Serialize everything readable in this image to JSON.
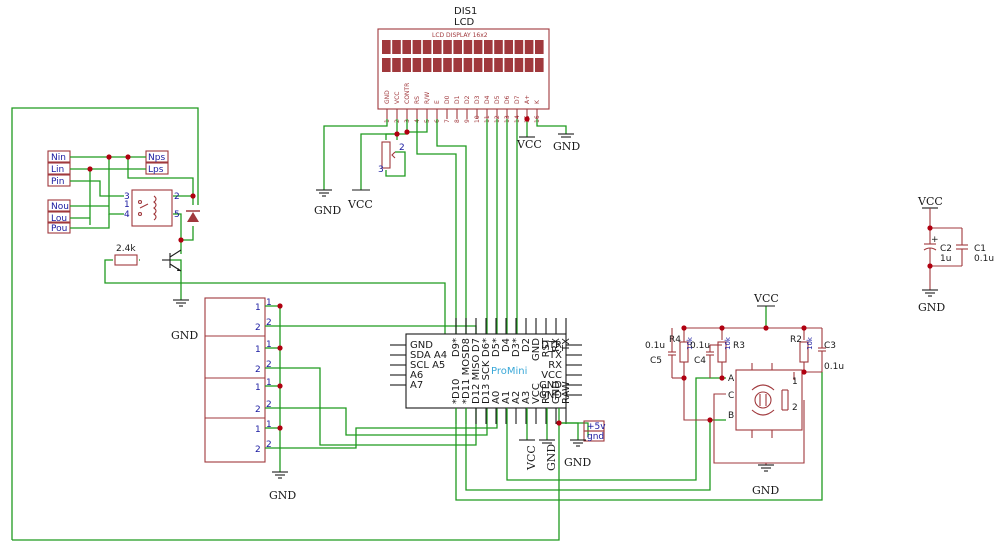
{
  "lcd": {
    "ref": "DIS1",
    "value": "LCD",
    "subtitle": "LCD DISPLAY 16x2",
    "pins": [
      "GND",
      "VCC",
      "CONTR",
      "RS",
      "R/W",
      "E",
      "D0",
      "D1",
      "D2",
      "D3",
      "D4",
      "D5",
      "D6",
      "D7",
      "A+",
      "K"
    ],
    "pin_numbers": [
      "1",
      "2",
      "3",
      "4",
      "5",
      "6",
      "7",
      "8",
      "9",
      "10",
      "11",
      "12",
      "13",
      "14",
      "15",
      "16"
    ]
  },
  "pot": {
    "pin_a": "2",
    "pin_b": "3"
  },
  "power": {
    "gnd": "GND",
    "vcc": "VCC",
    "gnd_small": "gnd",
    "plus5v": "+5v"
  },
  "relay": {
    "ports_left": [
      "Nin",
      "Lin",
      "Pin",
      "Nou",
      "Lou",
      "Pou"
    ],
    "ports_right": [
      "Nps",
      "Lps"
    ],
    "pins": [
      "3",
      "1",
      "4",
      "2",
      "5"
    ],
    "resistor_value": "2.4k"
  },
  "connector": {
    "pins": [
      "1",
      "2",
      "1",
      "2",
      "1",
      "2",
      "1",
      "2"
    ]
  },
  "promini": {
    "name": "ProMini",
    "left_pins": [
      "GND",
      "SDA A4",
      "SCL A5",
      "A6",
      "A7"
    ],
    "right_pins": [
      "DTR",
      "TX",
      "RX",
      "VCC",
      "GND",
      "GND"
    ],
    "top_pins": [
      "D9*",
      "D8",
      "D7",
      "D6*",
      "D5*",
      "D4",
      "D3*",
      "D2",
      "GND",
      "RST",
      "RX",
      "TX"
    ],
    "bottom_pins": [
      "*D10",
      "*D11 MOSI",
      "D12 MISO",
      "D13 SCK",
      "A0",
      "A1",
      "A2",
      "A3",
      "VCC",
      "RST",
      "GND",
      "RAW"
    ]
  },
  "encoder": {
    "pins": [
      "A",
      "C",
      "B",
      "1",
      "2"
    ],
    "r4": "R4",
    "r3": "R3",
    "r2": "R2",
    "c5": "C5",
    "c4": "C4",
    "c3": "C3",
    "r_value": "10k",
    "c_value": "0.1u"
  },
  "decoupling": {
    "c2_ref": "C2",
    "c2_value": "1u",
    "c1_ref": "C1",
    "c1_value": "0.1u"
  }
}
